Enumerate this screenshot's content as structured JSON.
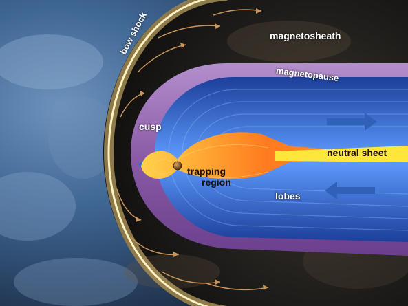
{
  "labels": {
    "bow_shock": "bow shock",
    "magnetosheath": "magnetosheath",
    "magnetopause": "magnetopause",
    "cusp": "cusp",
    "trapping_line1": "trapping",
    "trapping_line2": "region",
    "neutral_sheet": "neutral sheet",
    "lobes": "lobes"
  },
  "colors": {
    "space_dark": "#0b0d12",
    "solar_wind_blue": "#4a78a8",
    "bow_shock_glow": "#f3cf7a",
    "magnetopause_purple": "#8a5aa6",
    "lobe_blue": "#2f6fd6",
    "trapping_orange": "#ff7a1f",
    "neutral_sheet_yellow": "#ffe63a",
    "earth": "#7a4a1c"
  }
}
